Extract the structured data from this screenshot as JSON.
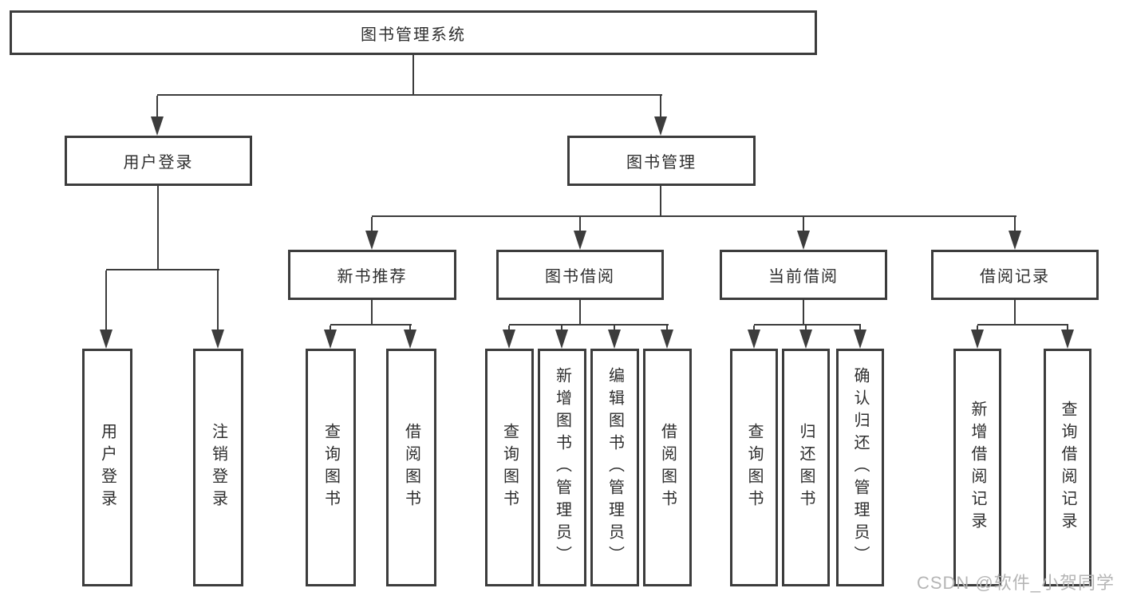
{
  "root": {
    "label": "图书管理系统"
  },
  "level2": {
    "user_login": "用户登录",
    "book_management": "图书管理"
  },
  "level3": {
    "new_book_recommend": "新书推荐",
    "book_borrow": "图书借阅",
    "current_borrow": "当前借阅",
    "borrow_records": "借阅记录"
  },
  "leaves": {
    "user_login": [
      "用户登录",
      "注销登录"
    ],
    "new_book_recommend": [
      "查询图书",
      "借阅图书"
    ],
    "book_borrow": [
      "查询图书",
      "新增图书（管理员）",
      "编辑图书（管理员）",
      "借阅图书"
    ],
    "current_borrow": [
      "查询图书",
      "归还图书",
      "确认归还（管理员）"
    ],
    "borrow_records": [
      "新增借阅记录",
      "查询借阅记录"
    ]
  },
  "watermark": "CSDN @软件_小贺同学",
  "colors": {
    "line": "#3c3c3c",
    "text": "#2e2e2e",
    "watermark": "#b5b5b5",
    "background": "#ffffff"
  }
}
